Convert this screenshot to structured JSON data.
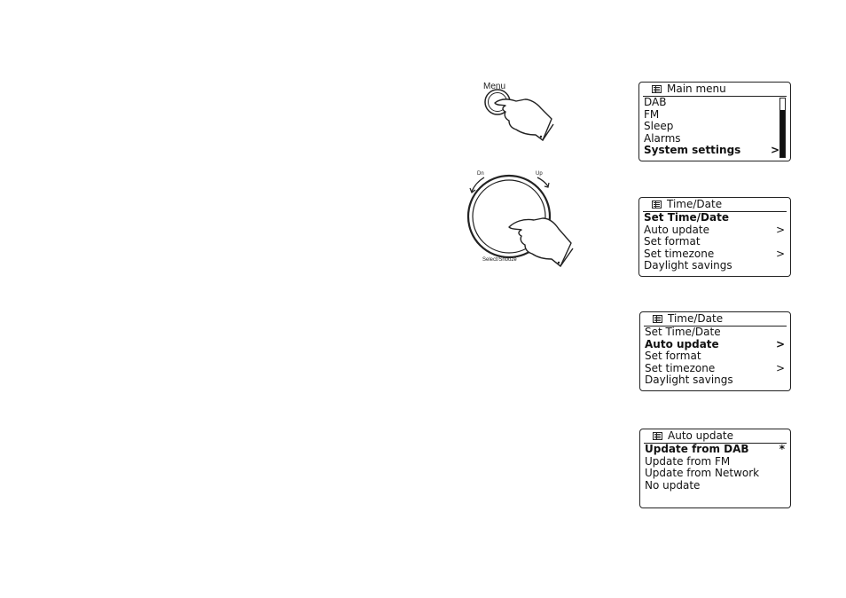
{
  "illustrations": {
    "menu_button_label": "Menu",
    "dial_down_label": "Dn",
    "dial_up_label": "Up",
    "dial_select_label": "Select/Snooze"
  },
  "screens": [
    {
      "title": "Main menu",
      "items": [
        {
          "label": "DAB",
          "selected": false,
          "arrow": ""
        },
        {
          "label": "FM",
          "selected": false,
          "arrow": ""
        },
        {
          "label": "Sleep",
          "selected": false,
          "arrow": ""
        },
        {
          "label": "Alarms",
          "selected": false,
          "arrow": ""
        },
        {
          "label": "System settings",
          "selected": true,
          "arrow": ">"
        }
      ],
      "scroll_fraction": 0.8
    },
    {
      "title": "Time/Date",
      "items": [
        {
          "label": "Set Time/Date",
          "selected": true,
          "arrow": ""
        },
        {
          "label": "Auto update",
          "selected": false,
          "arrow": ">"
        },
        {
          "label": "Set format",
          "selected": false,
          "arrow": ""
        },
        {
          "label": "Set timezone",
          "selected": false,
          "arrow": ">"
        },
        {
          "label": "Daylight savings",
          "selected": false,
          "arrow": ""
        }
      ]
    },
    {
      "title": "Time/Date",
      "items": [
        {
          "label": "Set Time/Date",
          "selected": false,
          "arrow": ""
        },
        {
          "label": "Auto update",
          "selected": true,
          "arrow": ">"
        },
        {
          "label": "Set format",
          "selected": false,
          "arrow": ""
        },
        {
          "label": "Set timezone",
          "selected": false,
          "arrow": ">"
        },
        {
          "label": "Daylight savings",
          "selected": false,
          "arrow": ""
        }
      ]
    },
    {
      "title": "Auto update",
      "items": [
        {
          "label": "Update from DAB",
          "selected": true,
          "arrow": "*"
        },
        {
          "label": "Update from FM",
          "selected": false,
          "arrow": ""
        },
        {
          "label": "Update from Network",
          "selected": false,
          "arrow": ""
        },
        {
          "label": "No update",
          "selected": false,
          "arrow": ""
        }
      ]
    }
  ]
}
